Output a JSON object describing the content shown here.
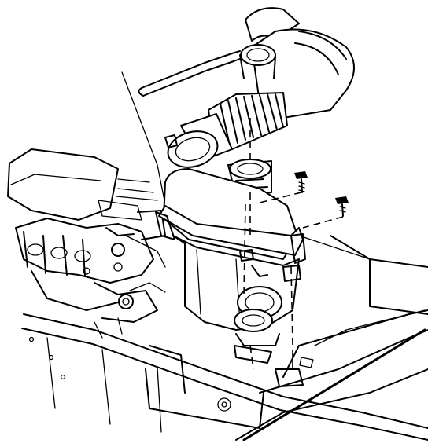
{
  "diagram": {
    "labels": [],
    "components": [
      "air-intake-duct",
      "flex-bellows-duct",
      "air-cleaner-housing",
      "throttle-body-outlet",
      "mounting-bolt",
      "engine-block",
      "radiator-support"
    ]
  }
}
